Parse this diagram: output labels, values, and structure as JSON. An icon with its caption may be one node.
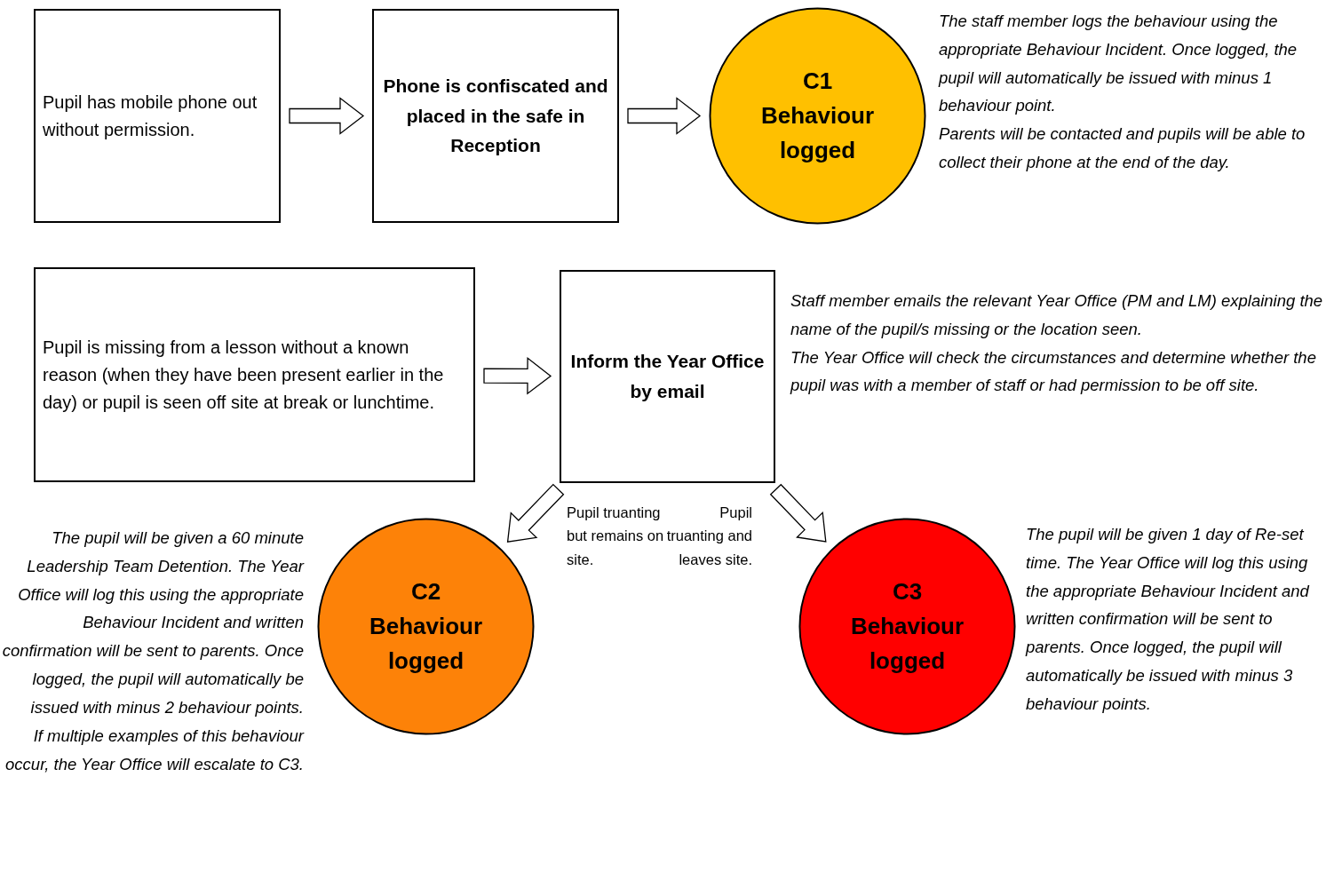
{
  "diagram": {
    "nodes": [
      {
        "text": [
          "Pupil has mobile phone out without permission."
        ]
      },
      {
        "text": [
          "Phone is confiscated and placed in the safe in Reception"
        ]
      },
      {
        "text": [
          "C1",
          "Behaviour logged"
        ],
        "beside": [
          "The staff member logs the behaviour using the appropriate Behaviour Incident. Once logged, the pupil will automatically be issued with minus 1 behaviour point.",
          "Parents will be contacted and pupils will be able to collect their phone at the end of the day."
        ]
      },
      {
        "text": [
          "Pupil is missing from a lesson without a known reason (when they have been present earlier in the day) or pupil is seen off site at break or lunchtime."
        ]
      },
      {
        "text": [
          "Inform the Year Office by email"
        ],
        "beside": [
          "Staff member emails the relevant Year Office (PM and LM) explaining the name of the pupil/s missing or the location seen.",
          "The Year Office will check the circumstances and determine whether the pupil was with a member of staff or had permission to be off site."
        ]
      },
      {
        "text": [
          "C2",
          "Behaviour logged"
        ],
        "beside": [
          "The pupil will be given a 60 minute Leadership Team Detention. The Year Office will log this using the appropriate Behaviour Incident and written confirmation will be sent to parents. Once logged, the pupil will automatically be issued with minus 2 behaviour points.",
          "If multiple examples of this behaviour occur, the Year Office will escalate to C3."
        ]
      },
      {
        "text": [
          "C3",
          "Behaviour logged"
        ],
        "beside": [
          "The pupil will be given 1 day of Re-set time. The Year Office will log this using the appropriate Behaviour Incident and written confirmation will be sent to parents. Once logged, the pupil will automatically be issued with minus 3 behaviour points."
        ]
      }
    ],
    "edges": [
      {
        "from": 0,
        "to": 1,
        "arrow": "to"
      },
      {
        "from": 1,
        "to": 2,
        "arrow": "to"
      },
      {
        "from": 3,
        "to": 4,
        "arrow": "to"
      },
      {
        "from": 4,
        "to": 5,
        "arrow": "to",
        "label": "Pupil truanting but remains on site."
      },
      {
        "from": 4,
        "to": 6,
        "arrow": "to",
        "label": "Pupil truanting and leaves site."
      }
    ]
  }
}
